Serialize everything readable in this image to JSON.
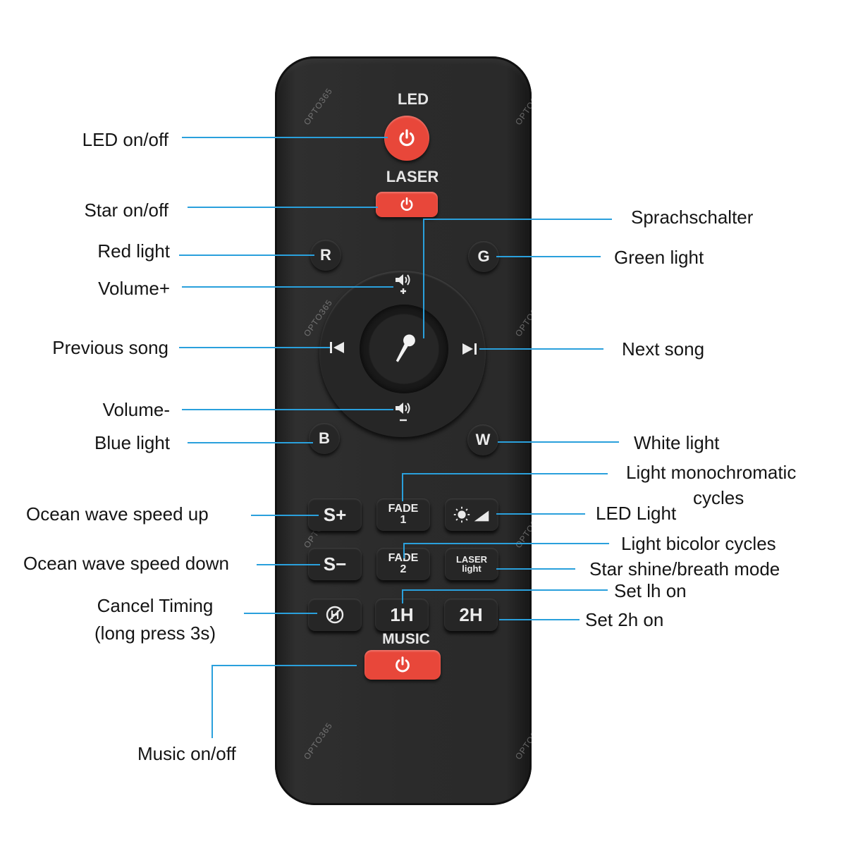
{
  "callouts": {
    "led_onoff": "LED on/off",
    "star_onoff": "Star on/off",
    "red_light": "Red light",
    "volume_plus": "Volume+",
    "previous_song": "Previous song",
    "volume_minus": "Volume-",
    "blue_light": "Blue light",
    "ocean_up": "Ocean wave speed up",
    "ocean_down": "Ocean wave speed down",
    "cancel_timing_1": "Cancel Timing",
    "cancel_timing_2": "(long press 3s)",
    "music_onoff": "Music on/off",
    "sprachschalter": "Sprachschalter",
    "green_light": "Green light",
    "next_song": "Next song",
    "white_light": "White light",
    "mono_cycles_1": "Light monochromatic",
    "mono_cycles_2": "cycles",
    "led_light": "LED Light",
    "bicolor_cycles": "Light bicolor cycles",
    "star_shine": "Star shine/breath mode",
    "set_1h": "Set lh on",
    "set_2h": "Set 2h on"
  },
  "remote": {
    "led_label": "LED",
    "laser_label": "LASER",
    "music_label": "MUSIC",
    "r": "R",
    "g": "G",
    "b": "B",
    "w": "W",
    "s_plus": "S+",
    "s_minus": "S−",
    "fade": "FADE",
    "fade1_num": "1",
    "fade2_num": "2",
    "laser_btn_1": "LASER",
    "laser_btn_2": "light",
    "one_h": "1H",
    "two_h": "2H",
    "watermark": "OPTO365"
  },
  "colors": {
    "leader": "#2aa0dc",
    "power_button": "#e8473a",
    "remote_body": "#2b2b2b"
  },
  "icons": [
    "power-icon",
    "microphone-icon",
    "volume-up-icon",
    "volume-down-icon",
    "previous-track-icon",
    "next-track-icon",
    "brightness-icon",
    "timer-cancel-icon"
  ]
}
